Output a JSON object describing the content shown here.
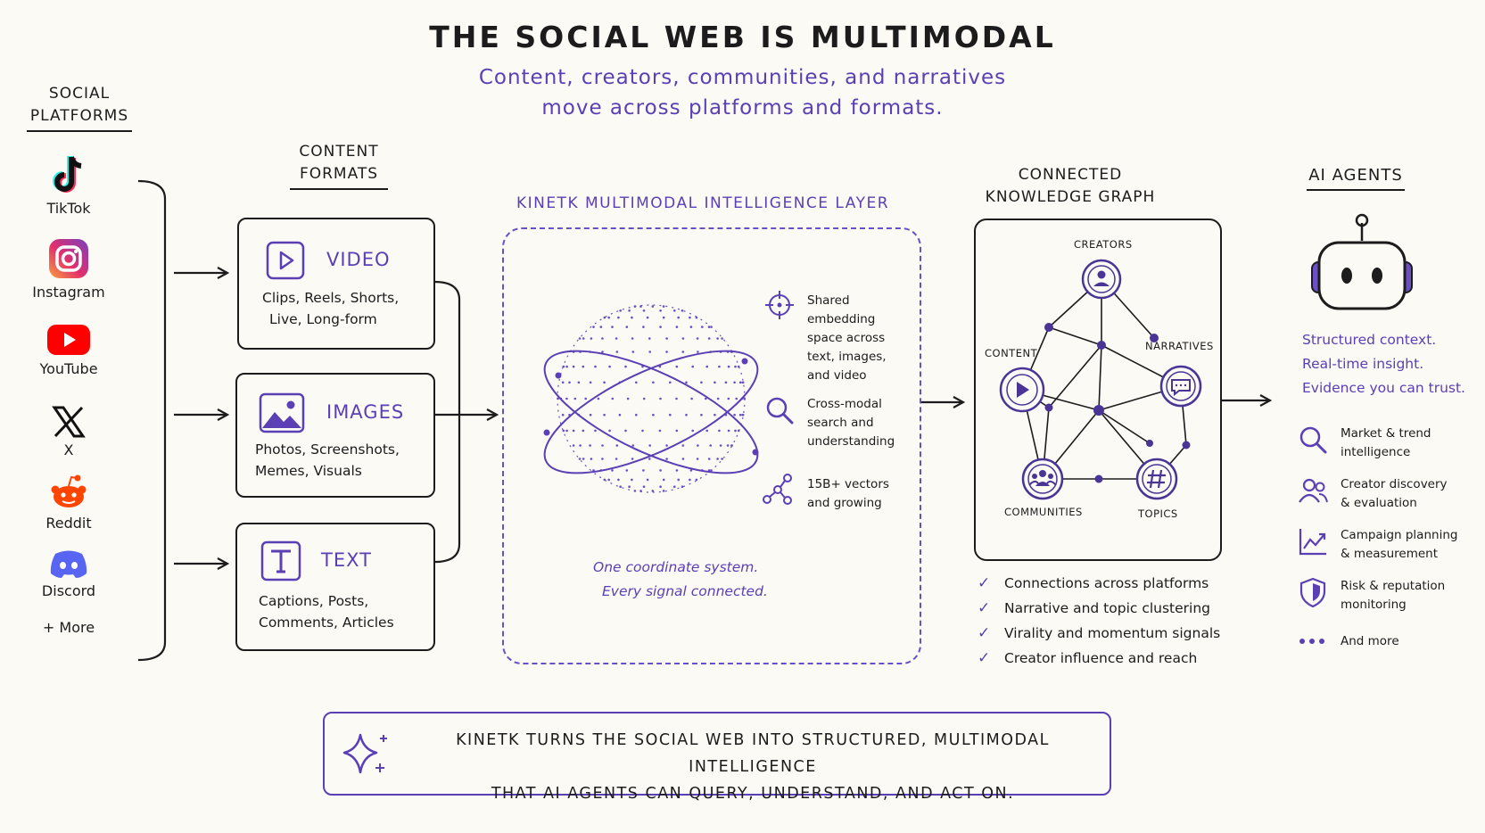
{
  "title": "THE SOCIAL WEB IS MULTIMODAL",
  "subtitle": {
    "line1": "Content, creators, communities, and narratives",
    "line2": "move across platforms and formats."
  },
  "platforms": {
    "heading_line1": "SOCIAL",
    "heading_line2": "PLATFORMS",
    "items": [
      {
        "label": "TikTok",
        "icon": "tiktok-icon"
      },
      {
        "label": "Instagram",
        "icon": "instagram-icon"
      },
      {
        "label": "YouTube",
        "icon": "youtube-icon"
      },
      {
        "label": "X",
        "icon": "x-icon"
      },
      {
        "label": "Reddit",
        "icon": "reddit-icon"
      },
      {
        "label": "Discord",
        "icon": "discord-icon"
      },
      {
        "label": "+ More"
      }
    ]
  },
  "formats": {
    "heading_line1": "CONTENT",
    "heading_line2": "FORMATS",
    "items": [
      {
        "title": "VIDEO",
        "line1": "Clips, Reels, Shorts,",
        "line2": "Live, Long-form",
        "icon": "video-play-icon"
      },
      {
        "title": "IMAGES",
        "line1": "Photos, Screenshots,",
        "line2": "Memes, Visuals",
        "icon": "image-icon"
      },
      {
        "title": "TEXT",
        "line1": "Captions, Posts,",
        "line2": "Comments, Articles",
        "icon": "text-icon"
      }
    ]
  },
  "layer": {
    "heading": "KINETK MULTIMODAL INTELLIGENCE LAYER",
    "features": [
      {
        "line1": "Shared embedding",
        "line2": "space across",
        "line3": "text, images,",
        "line4": "and video",
        "icon": "crosshair-icon"
      },
      {
        "line1": "Cross-modal",
        "line2": "search and",
        "line3": "understanding",
        "icon": "search-icon"
      },
      {
        "line1": "15B+ vectors",
        "line2": "and growing",
        "icon": "nodes-icon"
      }
    ],
    "caption_line1": "One coordinate system.",
    "caption_line2": "Every signal connected."
  },
  "graph": {
    "heading_line1": "CONNECTED",
    "heading_line2": "KNOWLEDGE GRAPH",
    "nodes": {
      "creators": "CREATORS",
      "content": "CONTENT",
      "narratives": "NARRATIVES",
      "communities": "COMMUNITIES",
      "topics": "TOPICS"
    },
    "checks": [
      "Connections across platforms",
      "Narrative and topic clustering",
      "Virality and momentum signals",
      "Creator influence and reach"
    ]
  },
  "agents": {
    "heading": "AI AGENTS",
    "tagline1": "Structured context.",
    "tagline2": "Real-time insight.",
    "tagline3": "Evidence you can trust.",
    "uses": [
      {
        "line1": "Market & trend",
        "line2": "intelligence",
        "icon": "search-icon"
      },
      {
        "line1": "Creator discovery",
        "line2": "& evaluation",
        "icon": "users-icon"
      },
      {
        "line1": "Campaign planning",
        "line2": "& measurement",
        "icon": "chart-icon"
      },
      {
        "line1": "Risk & reputation",
        "line2": "monitoring",
        "icon": "shield-icon"
      },
      {
        "line1": "And more",
        "line2": "",
        "icon": "dots-icon"
      }
    ]
  },
  "bottom": {
    "line1": "KINETK TURNS THE SOCIAL WEB INTO STRUCTURED, MULTIMODAL INTELLIGENCE",
    "line2": "THAT AI AGENTS CAN QUERY, UNDERSTAND, AND ACT ON."
  },
  "colors": {
    "accent": "#5b3fb5",
    "ink": "#1c1c1c",
    "background": "#fbfaf5"
  }
}
